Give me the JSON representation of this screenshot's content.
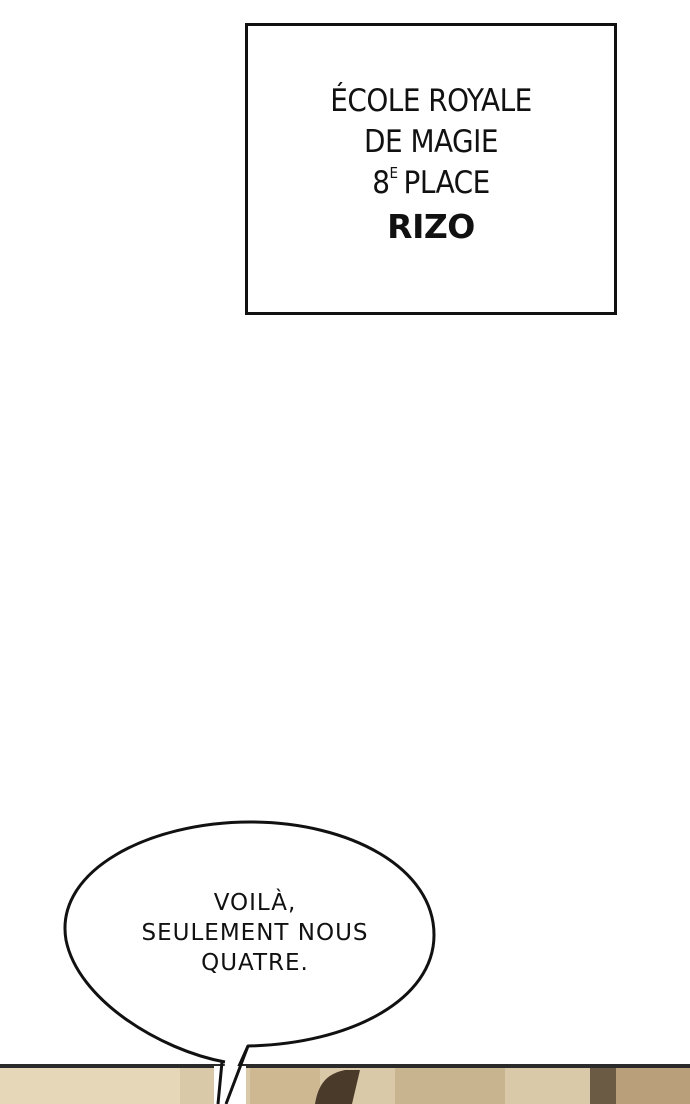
{
  "caption": {
    "line1": "ÉCOLE ROYALE",
    "line2": "DE MAGIE",
    "rank_number": "8",
    "rank_superscript": "E",
    "rank_word": "PLACE",
    "name": "RIZO"
  },
  "speech_bubble": {
    "line1": "VOILÀ,",
    "line2": "SEULEMENT NOUS",
    "line3": "QUATRE."
  },
  "colors": {
    "background": "#ffffff",
    "ink": "#111111",
    "scene_wall": "#d9c9a8",
    "scene_dark": "#4a3a2a",
    "scene_top_edge": "#2a2a2a"
  }
}
